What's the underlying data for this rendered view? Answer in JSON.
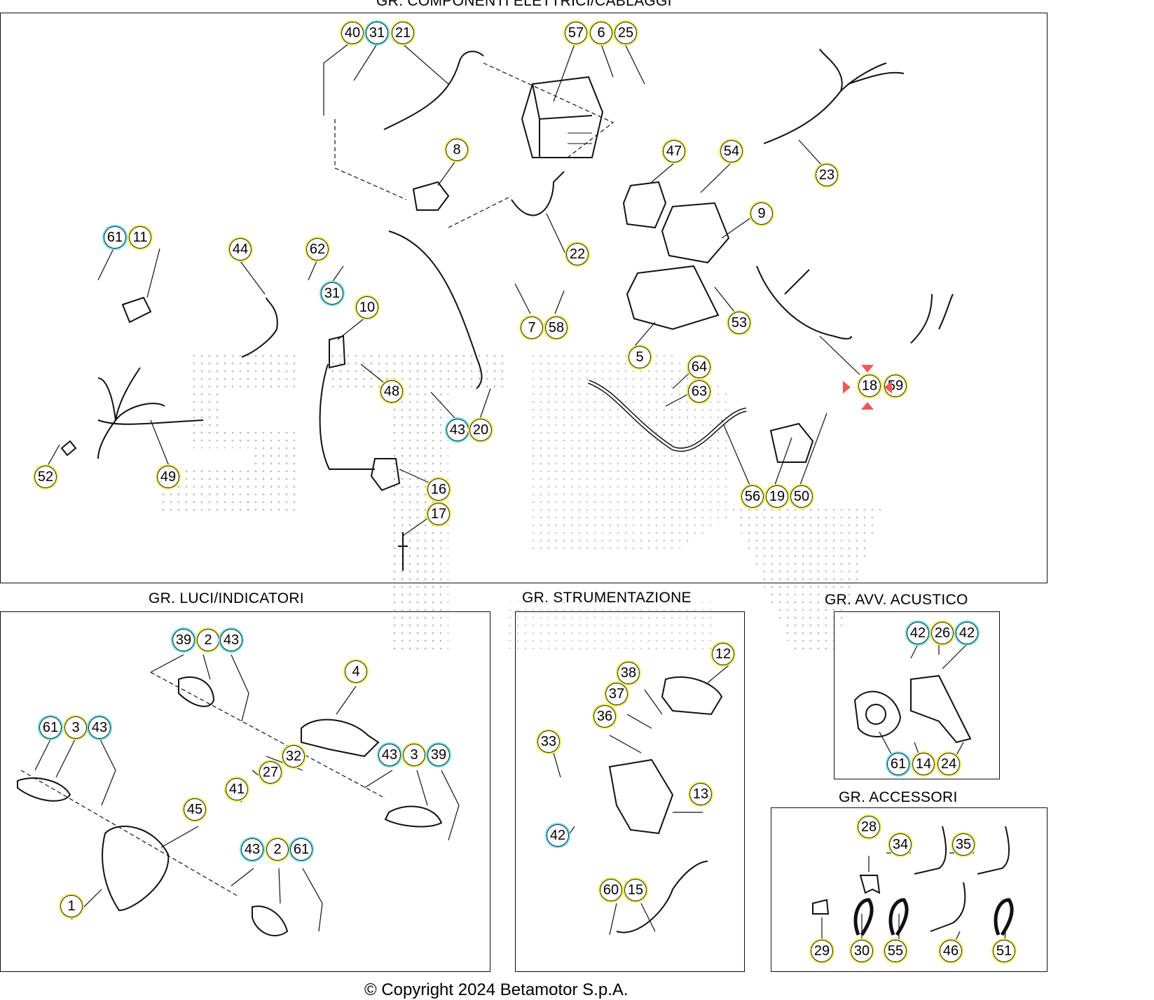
{
  "groups": {
    "electrical_title": "GR. COMPONENTI ELETTRICI/CABLAGGI",
    "lights_title": "GR. LUCI/INDICATORI",
    "instruments_title": "GR. STRUMENTAZIONE",
    "horn_title": "GR. AVV. ACUSTICO",
    "accessories_title": "GR. ACCESSORI"
  },
  "footer": {
    "copyright": "© Copyright 2024 Betamotor S.p.A."
  },
  "callouts": {
    "electrical": [
      "40",
      "31",
      "21",
      "57",
      "6",
      "25",
      "8",
      "47",
      "54",
      "23",
      "9",
      "61",
      "11",
      "44",
      "62",
      "22",
      "31",
      "10",
      "7",
      "58",
      "53",
      "5",
      "18",
      "59",
      "64",
      "63",
      "48",
      "43",
      "20",
      "52",
      "49",
      "16",
      "17",
      "56",
      "19",
      "50"
    ],
    "lights": [
      "39",
      "2",
      "43",
      "4",
      "61",
      "3",
      "43",
      "43",
      "3",
      "39",
      "32",
      "27",
      "41",
      "45",
      "43",
      "2",
      "61",
      "1"
    ],
    "instruments": [
      "12",
      "38",
      "37",
      "36",
      "33",
      "13",
      "42",
      "60",
      "15"
    ],
    "horn": [
      "42",
      "26",
      "42",
      "61",
      "14",
      "24"
    ],
    "accessories": [
      "28",
      "34",
      "35",
      "29",
      "30",
      "55",
      "46",
      "51"
    ]
  },
  "colors": {
    "callout_yellow": "#f2ef45",
    "callout_cyan": "#5fe3ee",
    "marker_red": "#f25757",
    "line": "#111111"
  }
}
